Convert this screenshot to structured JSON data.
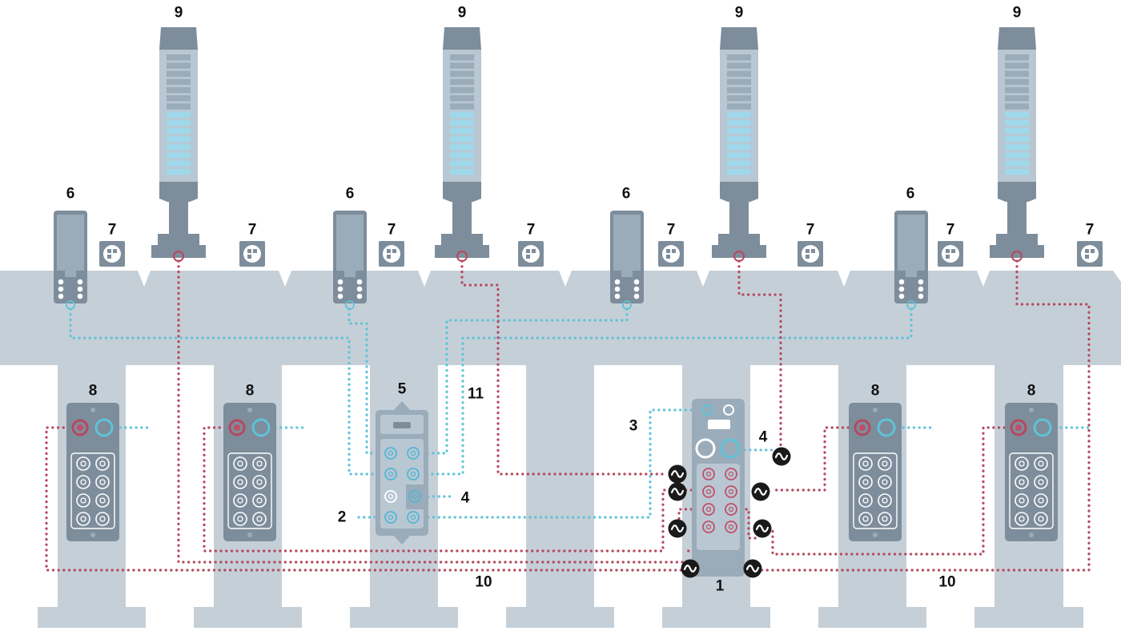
{
  "colors": {
    "structure": "#c5cfd7",
    "device_dark": "#7d8d9b",
    "device_body": "#9aabb9",
    "device_light": "#b9c7d2",
    "light_segment": "#9fd8ea",
    "data_line": "#5ec3d8",
    "power_line": "#b5485f",
    "hub_power_port": "#c0506a",
    "hub_data_port": "#4fb8d6",
    "symbol_dark": "#1a1a1a"
  },
  "icons": {
    "stack_light": "stack-light-icon",
    "presence_sensor": "sensor-icon",
    "qr_reader": "qr-code-icon",
    "io_module": "io-module-icon",
    "hub": "distribution-hub-icon",
    "ac_source": "ac-wave-icon"
  },
  "labels": {
    "hub": "1",
    "connector_left": "2",
    "connector_hub": "3",
    "port_junction": "4",
    "port_hub": "4",
    "junction": "5",
    "sensor": "6",
    "reader": "7",
    "module": "8",
    "stack_light": "9",
    "cable_left": "10",
    "cable_right": "10",
    "cable_middle": "11"
  }
}
